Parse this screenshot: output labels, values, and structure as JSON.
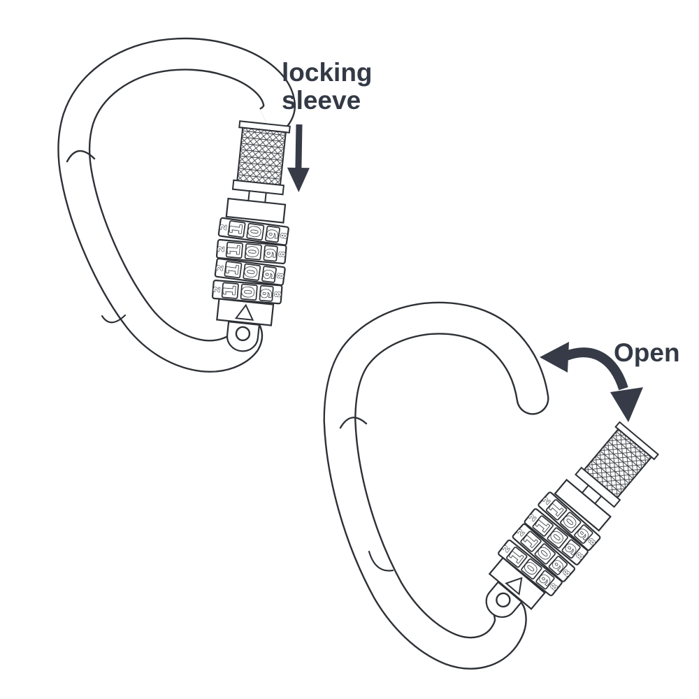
{
  "colors": {
    "background": "#ffffff",
    "line": "#2d3136",
    "arrow": "#363b47",
    "text": "#333a46",
    "fill": "#ffffff"
  },
  "labels": {
    "locking_sleeve_line1": "locking",
    "locking_sleeve_line2": "sleeve",
    "open": "Open"
  },
  "dial": {
    "wheel_count": 4,
    "visible_digits": [
      "2",
      "1",
      "0",
      "9",
      "8"
    ]
  }
}
